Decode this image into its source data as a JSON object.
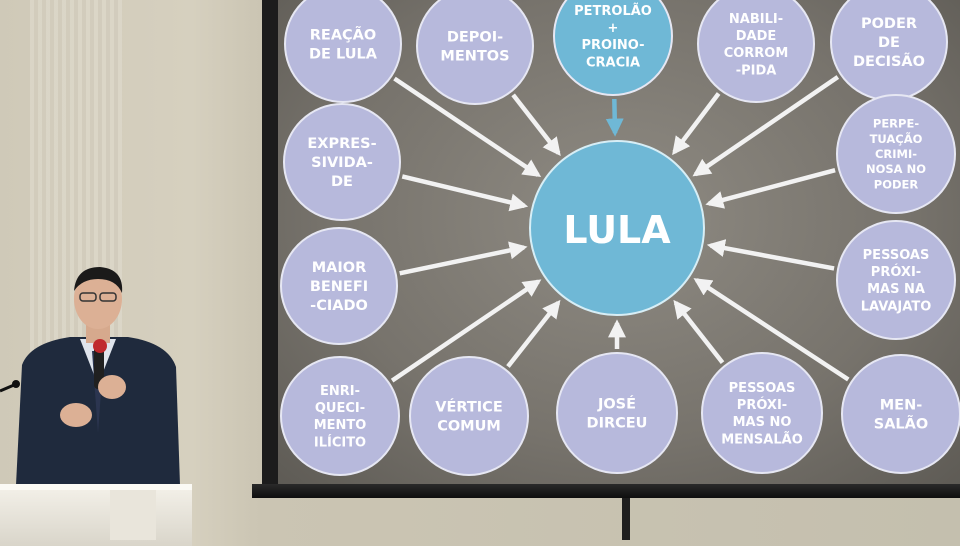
{
  "center": {
    "label": "LULA",
    "color": "#6fb8d6"
  },
  "nodes": [
    {
      "id": "reacao",
      "text": "REAÇÃO\nDE LULA"
    },
    {
      "id": "depoimentos",
      "text": "DEPOI-\nMENTOS"
    },
    {
      "id": "petrolao",
      "text": "PETROLÃO\n+\nPROINO-\nCRACIA",
      "highlight": true
    },
    {
      "id": "governabilidade",
      "text": "NABILI-\nDADE\nCORROM\n-PIDA"
    },
    {
      "id": "poder",
      "text": "PODER\nDE\nDECISÃO"
    },
    {
      "id": "expressividade",
      "text": "EXPRES-\nSIVIDA-\nDE"
    },
    {
      "id": "perpetuacao",
      "text": "PERPE-\nTUAÇÃO\nCRIMI-\nNOSA NO\nPODER"
    },
    {
      "id": "maior",
      "text": "MAIOR\nBENEFI\n-CIADO"
    },
    {
      "id": "lavajato",
      "text": "PESSOAS\nPRÓXI-\nMAS NA\nLAVAJATO"
    },
    {
      "id": "enriquecimento",
      "text": "ENRI-\nQUECI-\nMENTO\nILÍCITO"
    },
    {
      "id": "vertice",
      "text": "VÉRTICE\nCOMUM"
    },
    {
      "id": "dirceu",
      "text": "JOSÉ\nDIRCEU"
    },
    {
      "id": "mensalao_pessoas",
      "text": "PESSOAS\nPRÓXI-\nMAS NO\nMENSALÃO"
    },
    {
      "id": "mensalao",
      "text": "MEN-\nSALÃO"
    }
  ],
  "colors": {
    "node": "#b7b9dc",
    "highlight": "#6fb8d6",
    "arrow": "#f2f2f2",
    "text": "#ffffff"
  }
}
